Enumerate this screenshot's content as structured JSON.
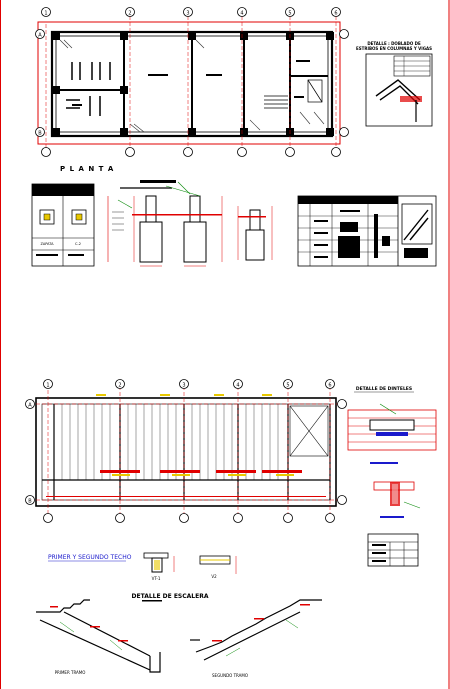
{
  "colors": {
    "structure": "#000000",
    "dimension": "#e00000",
    "axis": "#e00000",
    "text_blue": "#1a1acc",
    "hatch": "#333333",
    "green": "#0a8a0a",
    "yellow": "#e8c800",
    "border": "#e00000"
  },
  "plan": {
    "title": "P L A N T A",
    "top_axes": [
      "1",
      "2",
      "3",
      "4",
      "5",
      "6"
    ],
    "side_axes": [
      "A",
      "B"
    ],
    "detail_title_1": "DETALLE : DOBLADO DE",
    "detail_title_2": "ESTRIBOS EN COLUMNAS Y VIGAS"
  },
  "slab": {
    "axes": [
      "1",
      "2",
      "3",
      "4",
      "5",
      "6"
    ],
    "side_axes": [
      "A",
      "B"
    ],
    "caption": "PRIMER Y SEGUNDO TECHO",
    "beam_1": "VT-1",
    "beam_2": "V2"
  },
  "lintel": {
    "title": "DETALLE DE DINTELES"
  },
  "stair": {
    "title": "DETALLE DE ESCALERA",
    "flight_1": "PRIMER TRAMO",
    "flight_2": "SEGUNDO TRAMO"
  },
  "column_table": {
    "col_label_1": "ZAPATA",
    "col_label_2": "C-2"
  }
}
